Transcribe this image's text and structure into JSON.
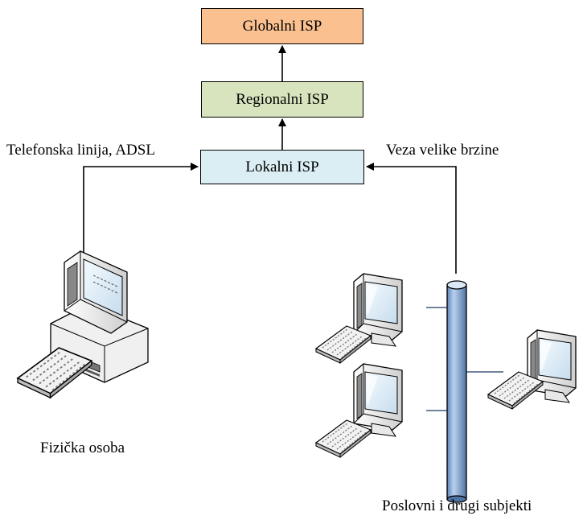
{
  "nodes": {
    "global": "Globalni ISP",
    "regional": "Regionalni ISP",
    "local": "Lokalni ISP"
  },
  "connections": {
    "left_label": "Telefonska linija, ADSL",
    "right_label": "Veza velike brzine"
  },
  "endpoints": {
    "person": "Fizička osoba",
    "business": "Poslovni i drugi subjekti"
  },
  "colors": {
    "global_fill": "#fac090",
    "regional_fill": "#d7e4bd",
    "local_fill": "#dbeef4",
    "backbone_fill": "#8eb4e3"
  }
}
